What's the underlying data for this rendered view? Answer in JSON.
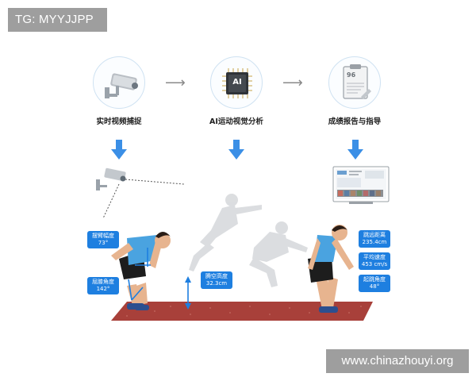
{
  "badges": {
    "tag": "TG: MYYJJPP",
    "site": "www.chinazhouyi.org"
  },
  "pipeline": {
    "stages": [
      {
        "label": "实时视频捕捉",
        "icon": "camera-icon"
      },
      {
        "label": "AI运动视觉分析",
        "icon": "ai-chip-icon"
      },
      {
        "label": "成绩报告与指导",
        "icon": "report-clipboard-icon"
      }
    ],
    "report_score": "96",
    "chip_text": "AI"
  },
  "metrics": {
    "arm_swing": {
      "label": "摆臂幅度",
      "value": "73°"
    },
    "knee_bend": {
      "label": "屈膝角度",
      "value": "142°"
    },
    "air_height": {
      "label": "腾空高度",
      "value": "32.3cm"
    },
    "jump_distance": {
      "label": "跳远距离",
      "value": "235.4cm"
    },
    "avg_speed": {
      "label": "平均速度",
      "value": "453 cm/s"
    },
    "takeoff_angle": {
      "label": "起跳角度",
      "value": "48°"
    }
  },
  "colors": {
    "accent_blue": "#1e7fe0",
    "arrow_blue": "#3b8fe6",
    "track_red": "#a8403a",
    "badge_gray": "#9e9e9e",
    "shirt_blue": "#4aa3e0",
    "shorts_black": "#1d1d1d"
  }
}
